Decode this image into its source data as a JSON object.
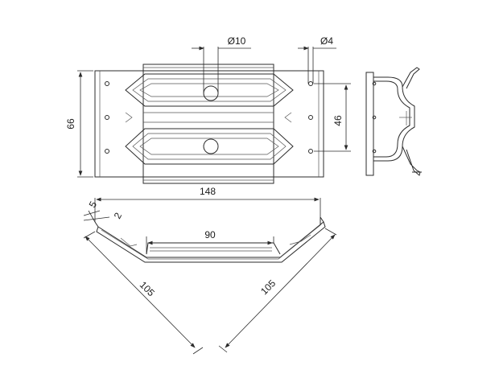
{
  "dimensions": {
    "hole_large": "Ø10",
    "hole_small": "Ø4",
    "height_total": "66",
    "hole_spacing": "46",
    "overall_width": "148",
    "flange": "5",
    "thickness": "2",
    "base_width": "90",
    "leg_left": "105",
    "leg_right": "105"
  },
  "colors": {
    "line": "#2b2b2b",
    "background": "#ffffff"
  }
}
